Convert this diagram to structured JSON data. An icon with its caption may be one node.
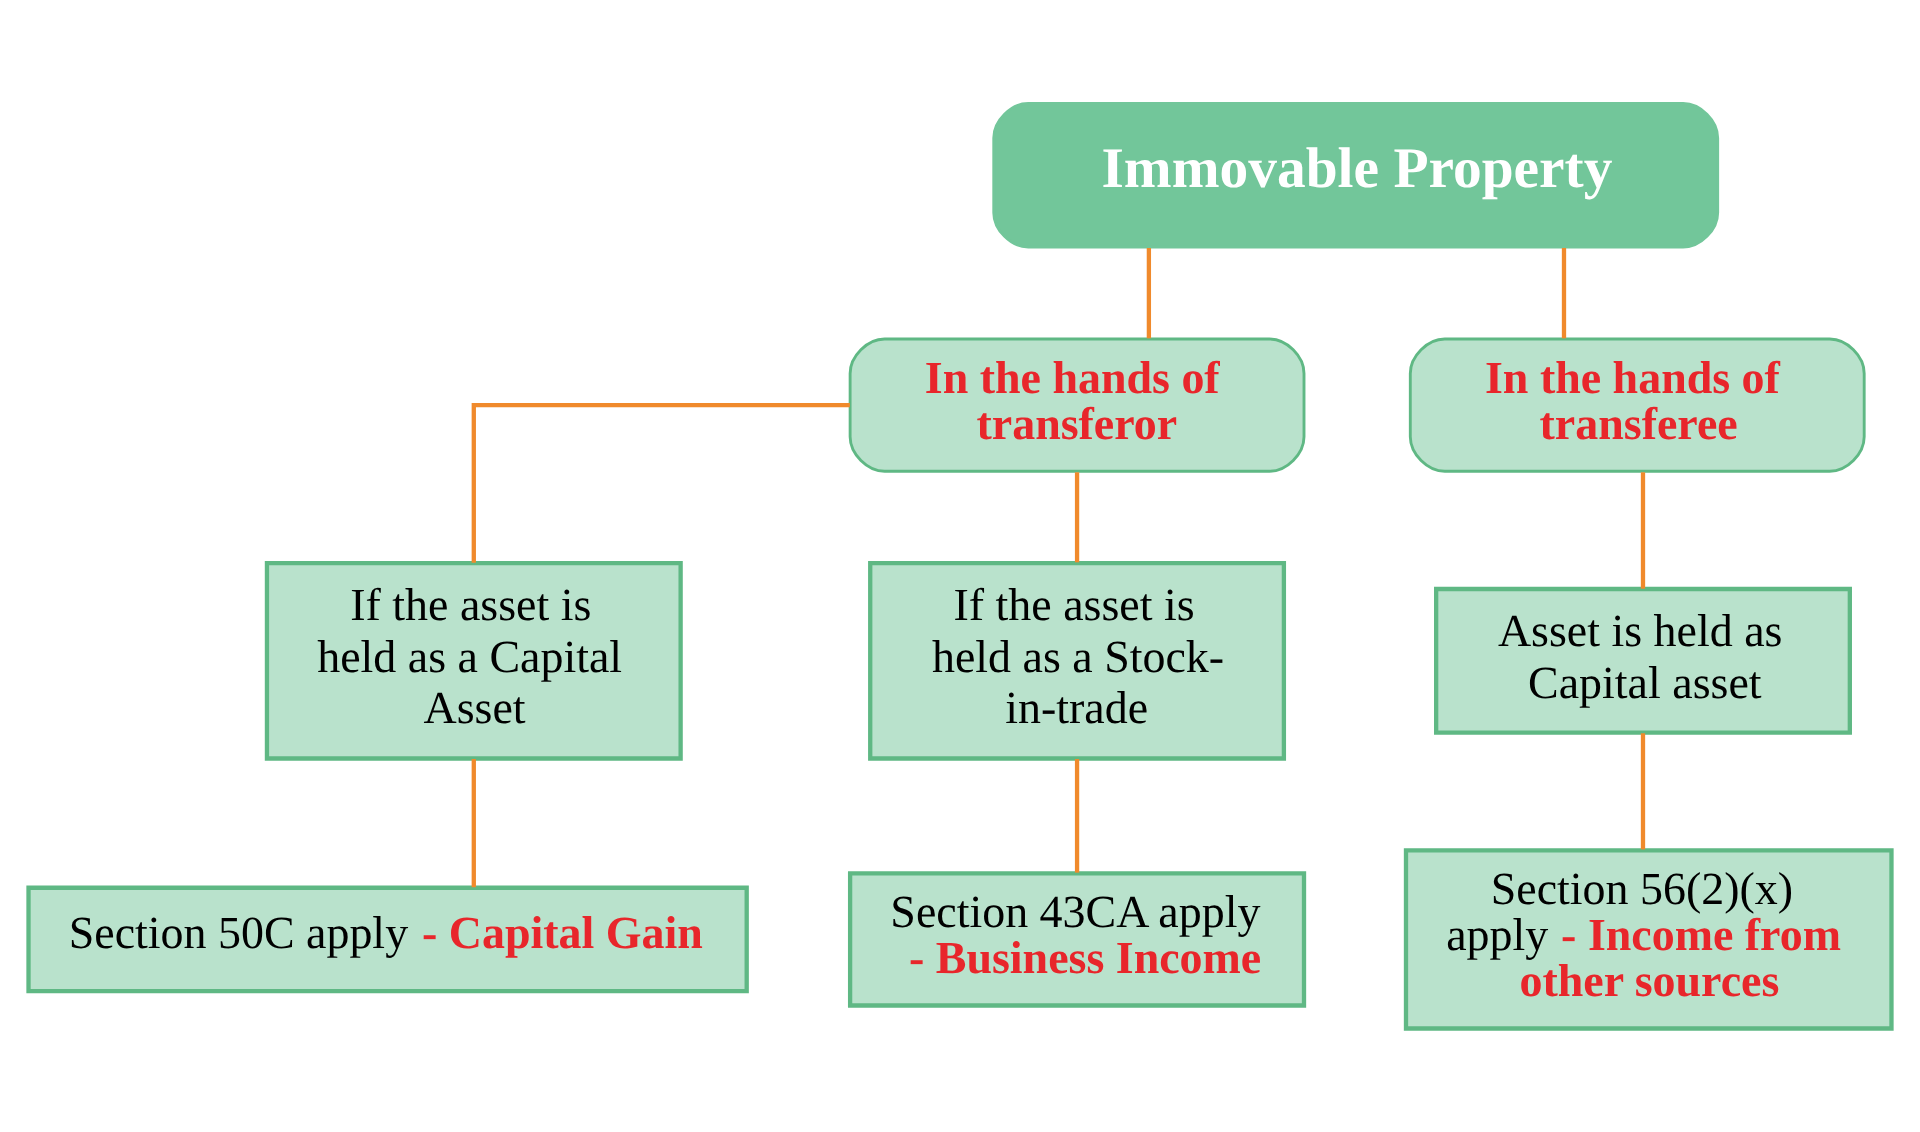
{
  "diagram": {
    "nodes": [
      {
        "text": [
          "Immovable Property"
        ]
      },
      {
        "text": [
          "In the hands of transferor"
        ]
      },
      {
        "text": [
          "In the hands of transferee"
        ]
      },
      {
        "text": [
          "If the asset is held as a Capital Asset"
        ]
      },
      {
        "text": [
          "If the asset is held as a Stock-in-trade"
        ]
      },
      {
        "text": [
          "Section 50C apply **- Capital Gain**"
        ]
      },
      {
        "text": [
          "Section 43CA apply **- Business Income**"
        ]
      },
      {
        "text": [
          "Asset is held as Capital asset"
        ]
      },
      {
        "text": [
          "Section 56(2)(x) apply **- Income from other sources**"
        ]
      }
    ],
    "edges": [
      {
        "from": 0,
        "to": 1,
        "arrow": "none"
      },
      {
        "from": 0,
        "to": 2,
        "arrow": "none"
      },
      {
        "from": 1,
        "to": 3,
        "arrow": "none"
      },
      {
        "from": 1,
        "to": 4,
        "arrow": "none"
      },
      {
        "from": 3,
        "to": 5,
        "arrow": "none"
      },
      {
        "from": 4,
        "to": 6,
        "arrow": "none"
      },
      {
        "from": 2,
        "to": 7,
        "arrow": "none"
      },
      {
        "from": 7,
        "to": 8,
        "arrow": "none"
      }
    ]
  }
}
